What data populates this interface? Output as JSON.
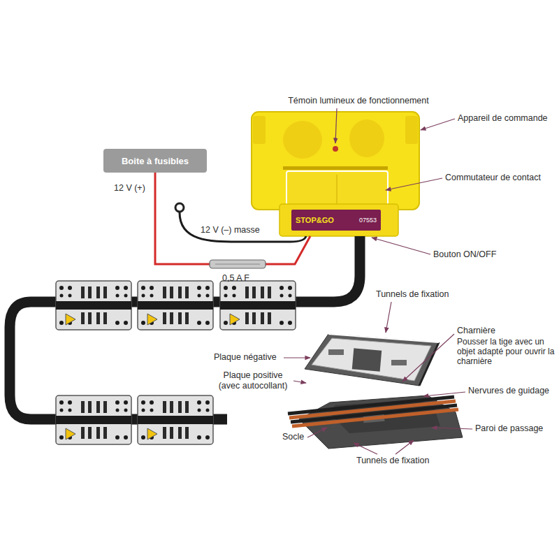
{
  "diagram": {
    "nodes": [
      {
        "text": [
          "Boite à fusibles"
        ]
      },
      {
        "text": [
          "STOP&GO",
          "07553"
        ]
      }
    ],
    "edges": [
      {
        "from": 0,
        "to": 1,
        "arrow": "none"
      }
    ],
    "labels": [
      "Témoin lumineux de fonctionnement",
      "Appareil de commande",
      "Commutateur de contact",
      "12 V (+)",
      "12 V (–) masse",
      "0,5 A F",
      "Bouton ON/OFF",
      "Tunnels de fixation",
      "Charnière",
      "Pousser la tige avec un objet adapté pour ouvrir la charnière",
      "Plaque négative",
      "Nervures de guidage",
      "Plaque positive (avec autocollant)",
      "Paroi de passage",
      "Socle",
      "Tunnels de fixation"
    ]
  }
}
